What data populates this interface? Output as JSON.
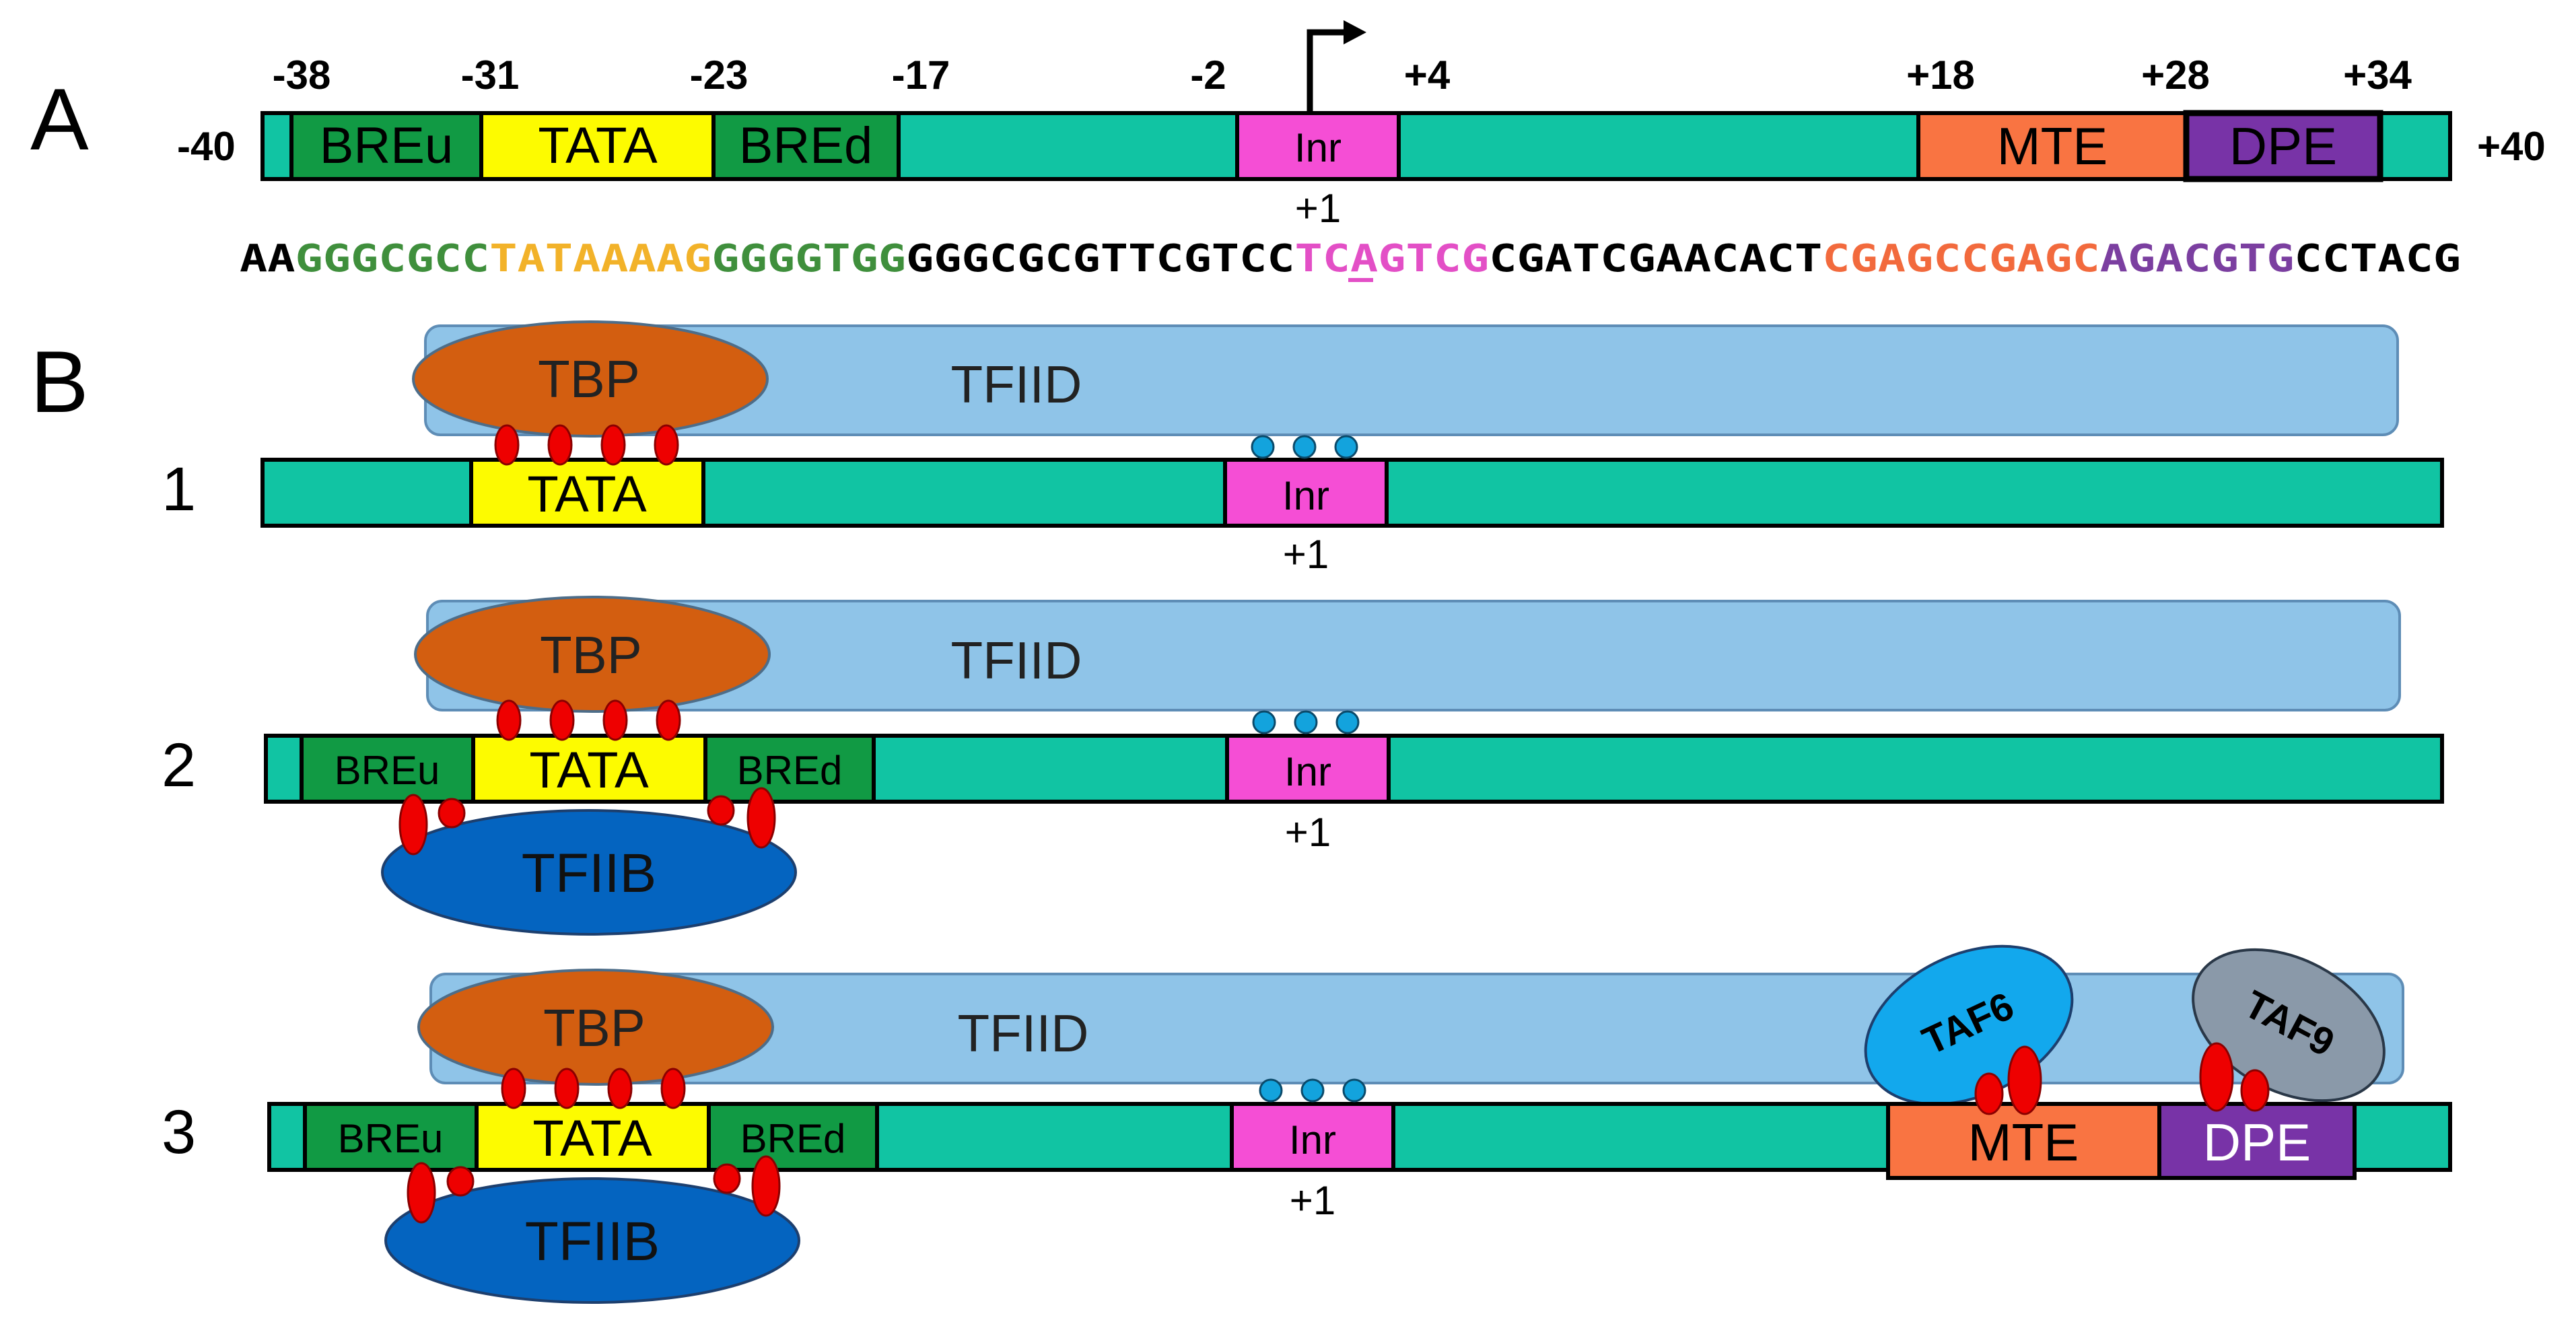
{
  "panels": {
    "a": "A",
    "b": "B"
  },
  "panel_a": {
    "positions": [
      "-38",
      "-31",
      "-23",
      "-17",
      "-2",
      "+4",
      "+18",
      "+28",
      "+34"
    ],
    "left_end": "-40",
    "right_end": "+40",
    "elements": [
      "BREu",
      "TATA",
      "BREd",
      "Inr",
      "MTE",
      "DPE"
    ],
    "start_site": "+1"
  },
  "sequence": [
    {
      "text": "AA",
      "color": "#000000"
    },
    {
      "text": "GGGCGCC",
      "color": "#3f8f3c"
    },
    {
      "text": "TATAAAAG",
      "color": "#f2b229"
    },
    {
      "text": "GGGGTGG",
      "color": "#3f8f3c"
    },
    {
      "text": "GGGCGCGTTCGTCC",
      "color": "#000000"
    },
    {
      "text": "TCAGTCG",
      "color": "#e34fc6"
    },
    {
      "text": "CGATCGAACACT",
      "color": "#000000"
    },
    {
      "text": "CGAGCCGAGC",
      "color": "#f26a3d"
    },
    {
      "text": "AGACGTG",
      "color": "#7b3fa0"
    },
    {
      "text": "CCTACG",
      "color": "#000000"
    }
  ],
  "rows": [
    "1",
    "2",
    "3"
  ],
  "factors": {
    "tfiid": "TFIID",
    "tbp": "TBP",
    "tfiib": "TFIIB",
    "taf6": "TAF6",
    "taf9": "TAF9"
  },
  "colors": {
    "dna": "#11c4a3",
    "bre": "#119a44",
    "tata": "#fdfb00",
    "inr": "#f54ed5",
    "mte": "#f97442",
    "dpe": "#7833a7",
    "tfiid": "#8fc4e8",
    "tbp": "#d35e10",
    "tfiib": "#0464c0",
    "taf6": "#12a8ed",
    "taf9": "#8a99a9",
    "contact_red": "#ee0000",
    "contact_blue": "#13a3dd"
  }
}
